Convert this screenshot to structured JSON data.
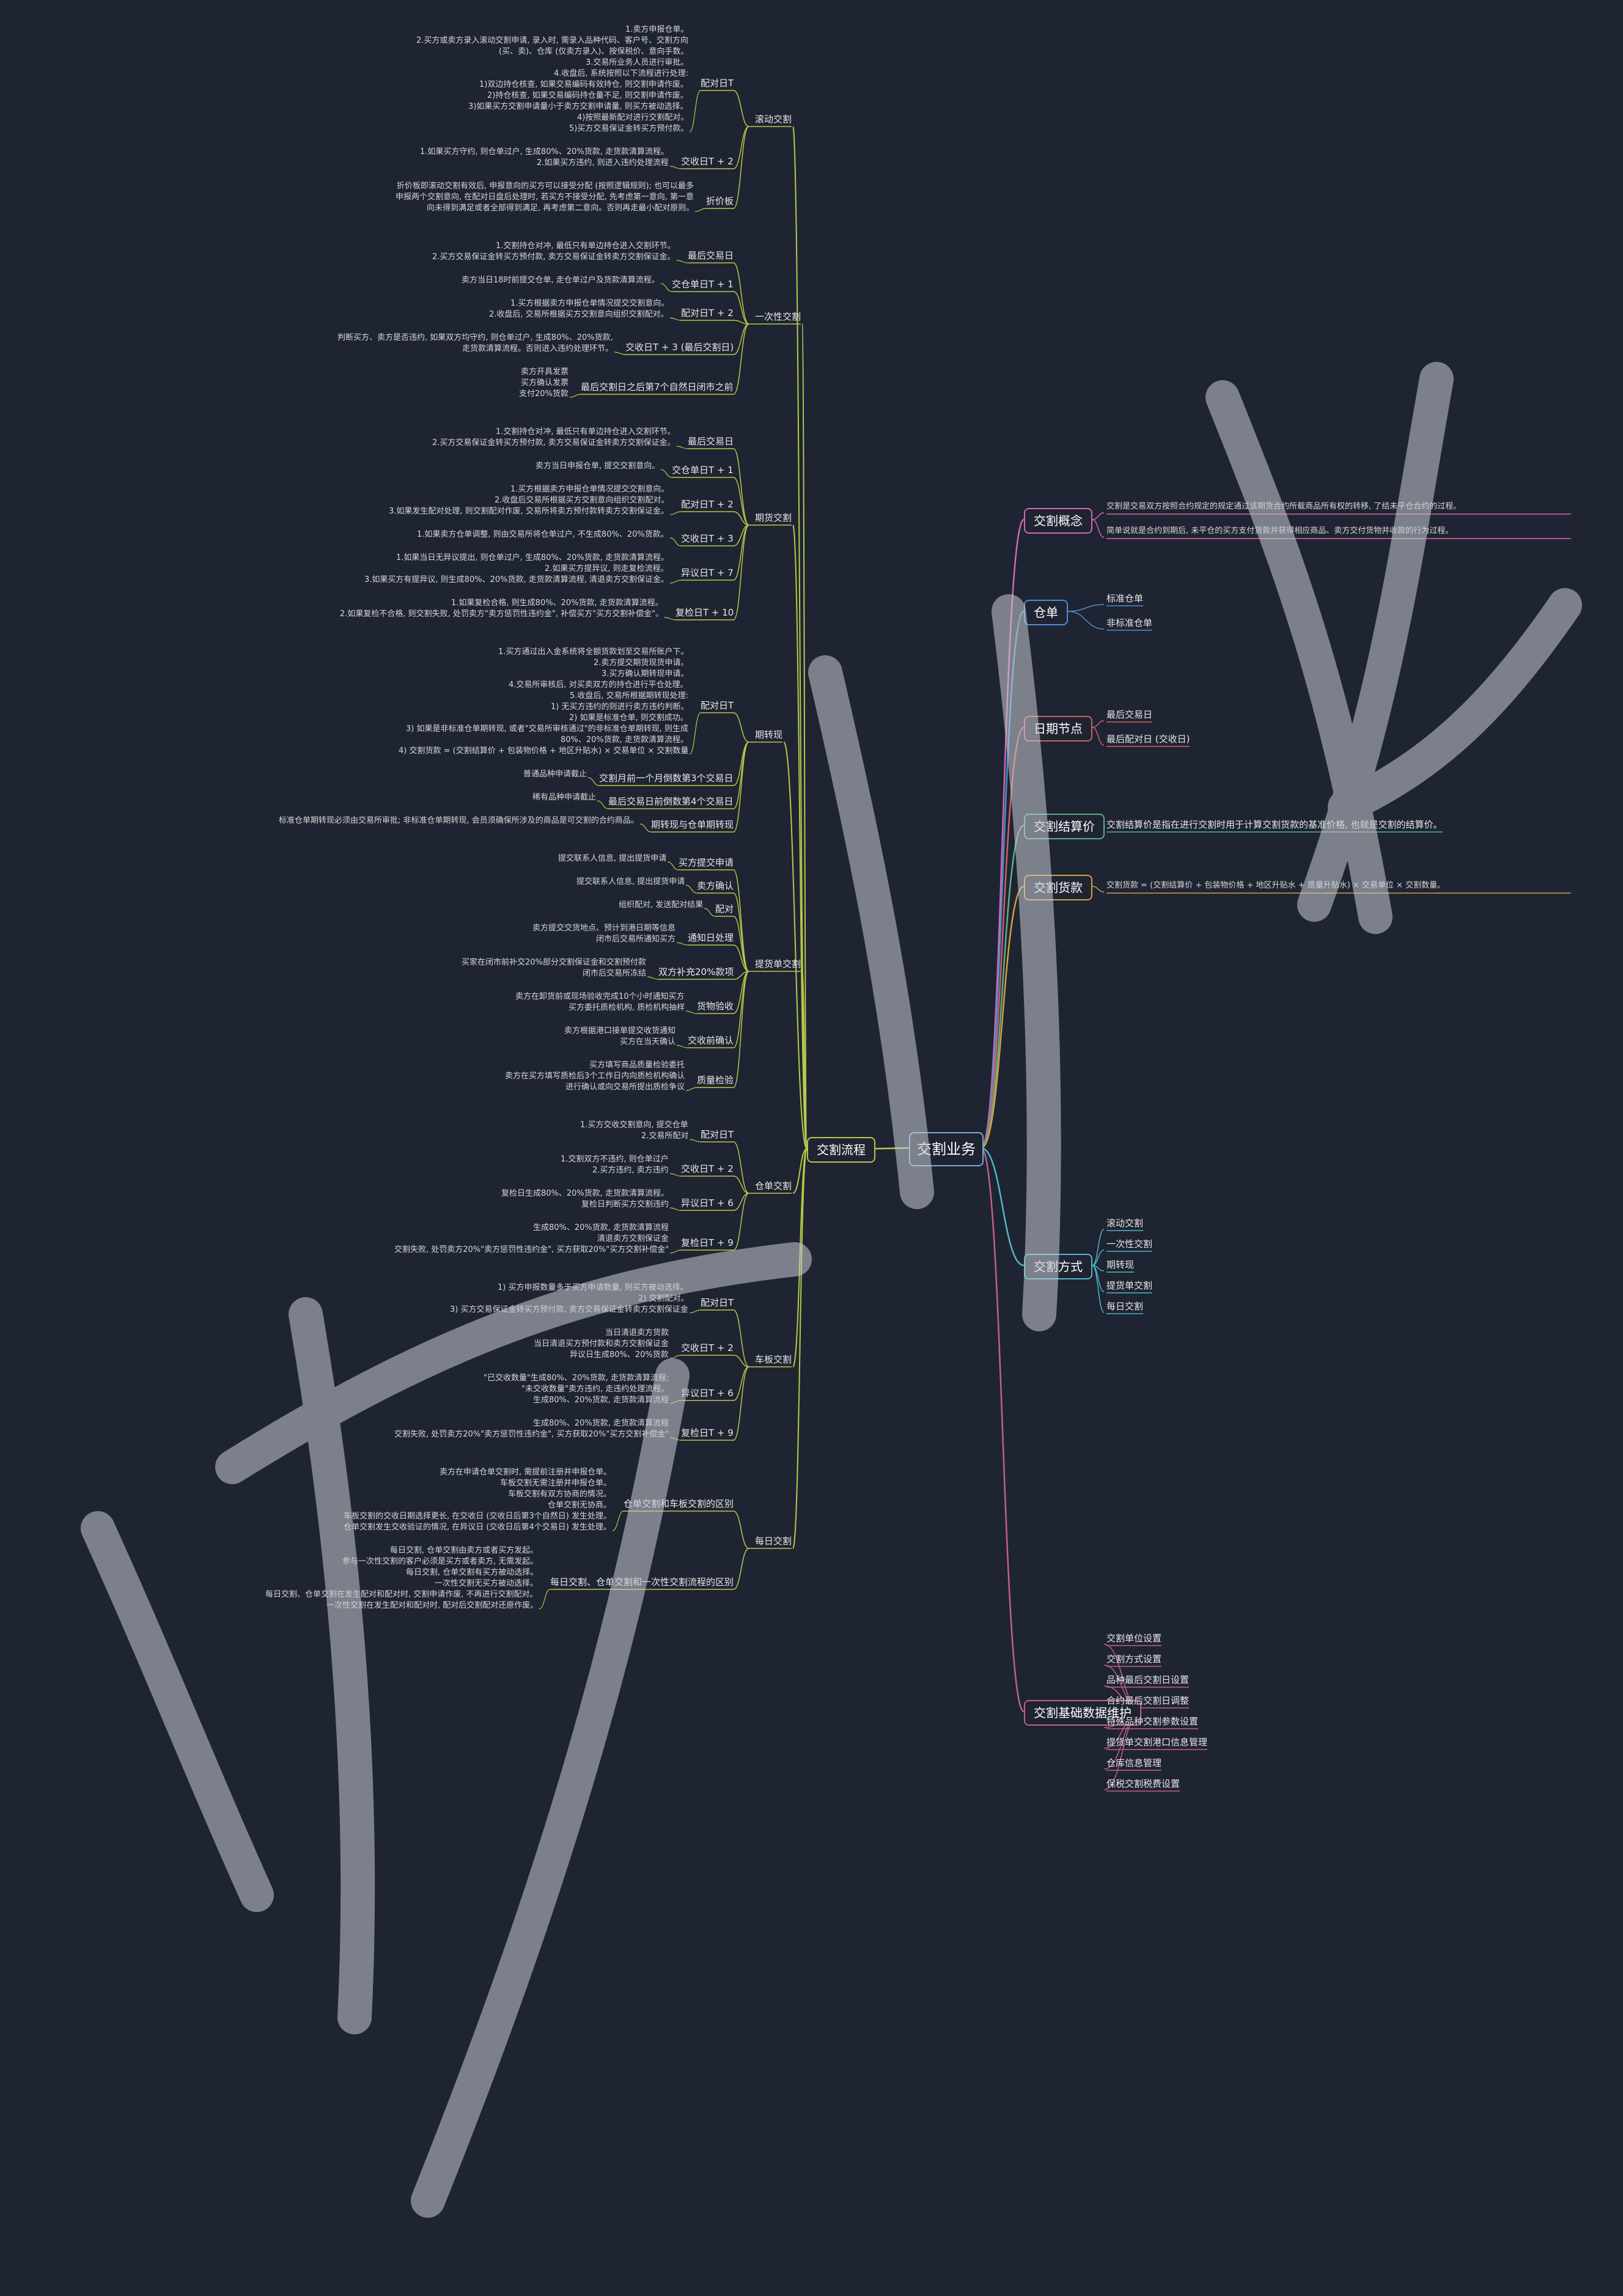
{
  "root": "交割业务",
  "left_l1": "交割流程",
  "right": [
    {
      "label": "交割概念",
      "color": "#d06ab0",
      "items": [
        "交割是交易双方按照合约规定的规定通过该期货合约所载商品所有权的转移, 了结未平仓合约的过程。",
        "简单说就是合约到期后, 未平仓的买方支付货款并获得相应商品、卖方交付货物并收款的行为过程。"
      ]
    },
    {
      "label": "仓单",
      "color": "#4f8fd0",
      "items": [
        "标准仓单",
        "非标准仓单"
      ]
    },
    {
      "label": "日期节点",
      "color": "#d06060",
      "items": [
        "最后交易日",
        "最后配对日 (交收日)"
      ]
    },
    {
      "label": "交割结算价",
      "color": "#5ab08a",
      "items": [
        "交割结算价是指在进行交割时用于计算交割货款的基准价格, 也就是交割的结算价。"
      ]
    },
    {
      "label": "交割货款",
      "color": "#d0a040",
      "items": [
        "交割货款 = (交割结算价 + 包装物价格 + 地区升贴水 + 质量升贴水) × 交易单位 × 交割数量。"
      ]
    },
    {
      "label": "交割方式",
      "color": "#4fb8c8",
      "items": [
        "滚动交割",
        "一次性交割",
        "期转现",
        "提货单交割",
        "每日交割"
      ]
    },
    {
      "label": "交割基础数据维护",
      "color": "#c0608a",
      "items": [
        "交割单位设置",
        "交割方式设置",
        "品种最后交割日设置",
        "合约最后交割日调整",
        "特殊品种交割参数设置",
        "提货单交割港口信息管理",
        "仓库信息管理",
        "保税交割税费设置"
      ]
    }
  ],
  "left": [
    {
      "label": "滚动交割",
      "items": [
        {
          "label": "配对日T",
          "lines": [
            "1.卖方申报仓单。",
            "2.买方或卖方录入滚动交割申请, 录入时, 需录入品种代码、客户号、交割方向",
            "(买、卖)、仓库 (仅卖方录入)、按保税价、意向手数。",
            "3.交易所业务人员进行审批。",
            "4.收盘后, 系统按照以下流程进行处理:",
            "1)双边持仓核查, 如果交易编码有效持仓, 则交割申请作废。",
            "2)持仓核查, 如果交易编码持仓量不足, 则交割申请作废。",
            "3)如果买方交割申请量小于卖方交割申请量, 则买方被动选择。",
            "4)按照最新配对进行交割配对。",
            "5)买方交易保证金转买方预付款。"
          ]
        },
        {
          "label": "交收日T + 2",
          "lines": [
            "1.如果买方守约, 则仓单过户, 生成80%、20%货款, 走货款清算流程。",
            "2.如果买方违约, 则进入违约处理流程"
          ]
        },
        {
          "label": "折价板",
          "lines": [
            "折价板即滚动交割有效后, 申报意向的买方可以接受分配 (按照逻辑规则); 也可以最多",
            "申报两个交割意向, 在配对日盘后处理时, 若买方不接受分配, 先考虑第一意向, 第一意",
            "向未得到满足或者全部得到满足, 再考虑第二意向。否则再走最小配对原则。"
          ]
        }
      ]
    },
    {
      "label": "一次性交割",
      "items": [
        {
          "label": "最后交易日",
          "lines": [
            "1.交割持仓对冲, 最低只有单边持仓进入交割环节。",
            "2.买方交易保证金转买方预付款, 卖方交易保证金转卖方交割保证金。"
          ]
        },
        {
          "label": "交仓单日T + 1",
          "lines": [
            "卖方当日18时前提交仓单, 走仓单过户及货款清算流程。"
          ]
        },
        {
          "label": "配对日T + 2",
          "lines": [
            "1.买方根据卖方申报仓单情况提交交割意向。",
            "2.收盘后, 交易所根据买方交割意向组织交割配对。"
          ]
        },
        {
          "label": "交收日T + 3 (最后交割日)",
          "lines": [
            "判断买方、卖方是否违约, 如果双方均守约, 则仓单过户, 生成80%、20%货款,",
            "走货款清算流程。否则进入违约处理环节。"
          ]
        },
        {
          "label": "最后交割日之后第7个自然日闭市之前",
          "lines": [
            "卖方开具发票",
            "买方确认发票",
            "支付20%货款"
          ]
        }
      ]
    },
    {
      "label": "期货交割",
      "items": [
        {
          "label": "最后交易日",
          "lines": [
            "1.交割持仓对冲, 最低只有单边持仓进入交割环节。",
            "2.买方交易保证金转买方预付款, 卖方交易保证金转卖方交割保证金。"
          ]
        },
        {
          "label": "交仓单日T + 1",
          "lines": [
            "卖方当日申报仓单, 提交交割意向。"
          ]
        },
        {
          "label": "配对日T + 2",
          "lines": [
            "1.买方根据卖方申报仓单情况提交交割意向。",
            "2.收盘后交易所根据买方交割意向组织交割配对。",
            "3.如果发生配对处理, 则交割配对作废, 交易所将卖方预付款转卖方交割保证金。"
          ]
        },
        {
          "label": "交收日T + 3",
          "lines": [
            "1.如果卖方仓单调整, 则由交易所将仓单过户, 不生成80%、20%货款。"
          ]
        },
        {
          "label": "异议日T + 7",
          "lines": [
            "1.如果当日无异议提出, 则仓单过户, 生成80%、20%货款, 走货款清算流程。",
            "2.如果买方提异议, 则走复检流程。",
            "3.如果买方有提异议, 则生成80%、20%货款, 走货款清算流程, 清退卖方交割保证金。"
          ]
        },
        {
          "label": "复检日T + 10",
          "lines": [
            "1.如果复检合格, 则生成80%、20%货款, 走货款清算流程。",
            "2.如果复检不合格, 则交割失败, 处罚卖方\"卖方惩罚性违约金\", 补偿买方\"买方交割补偿金\"。"
          ]
        }
      ]
    },
    {
      "label": "期转现",
      "items": [
        {
          "label": "配对日T",
          "lines": [
            "1.买方通过出入金系统将全额货款划至交易所账户下。",
            "2.卖方提交期货现货申请。",
            "3.买方确认期转现申请。",
            "4.交易所审核后, 对买卖双方的持仓进行平仓处理。",
            "5.收盘后, 交易所根据期转现处理:",
            "1) 无买方违约的则进行卖方违约判断。",
            "2) 如果是标准仓单, 则交割成功。",
            "3) 如果是非标准仓单期转现, 或者\"交易所审核通过\"的非标准仓单期转现, 则生成",
            "80%、20%货款, 走货款清算流程。",
            "4) 交割货款 = (交割结算价 + 包装物价格 + 地区升贴水) × 交易单位 × 交割数量"
          ]
        },
        {
          "label": "交割月前一个月倒数第3个交易日",
          "lines": [
            "普通品种申请截止"
          ]
        },
        {
          "label": "最后交易日前倒数第4个交易日",
          "lines": [
            "稀有品种申请截止"
          ]
        },
        {
          "label": "期转现与仓单期转现",
          "lines": [
            "标准仓单期转现必须由交易所审批; 非标准仓单期转现, 会员须确保所涉及的商品是可交割的合约商品。"
          ]
        }
      ]
    },
    {
      "label": "提货单交割",
      "items": [
        {
          "label": "买方提交申请",
          "lines": [
            "提交联系人信息, 提出提货申请"
          ]
        },
        {
          "label": "卖方确认",
          "lines": [
            "提交联系人信息, 提出提货申请"
          ]
        },
        {
          "label": "配对",
          "lines": [
            "组织配对, 发送配对结果"
          ]
        },
        {
          "label": "通知日处理",
          "lines": [
            "卖方提交交货地点、预计到港日期等信息",
            "闭市后交易所通知买方"
          ]
        },
        {
          "label": "双方补充20%款项",
          "lines": [
            "买家在闭市前补交20%部分交割保证金和交割预付款",
            "闭市后交易所冻结"
          ]
        },
        {
          "label": "货物验收",
          "lines": [
            "卖方在卸货前或现场验收完成10个小时通知买方",
            "买方委托质检机构, 质检机构抽样"
          ]
        },
        {
          "label": "交收前确认",
          "lines": [
            "卖方根据港口接单提交收货通知",
            "买方在当天确认"
          ]
        },
        {
          "label": "质量检验",
          "lines": [
            "买方填写商品质量检验委托",
            "卖方在买方填写质检后3个工作日内向质检机构确认",
            "进行确认或向交易所提出质检争议"
          ]
        }
      ]
    },
    {
      "label": "仓单交割",
      "items": [
        {
          "label": "配对日T",
          "lines": [
            "1.买方交收交割意向, 提交仓单",
            "2.交易所配对"
          ]
        },
        {
          "label": "交收日T + 2",
          "lines": [
            "1.交割双方不违约, 则仓单过户",
            "2.买方违约, 卖方违约"
          ]
        },
        {
          "label": "异议日T + 6",
          "lines": [
            "复检日生成80%、20%货款, 走货款清算流程。",
            "复检日判断买方交割违约"
          ]
        },
        {
          "label": "复检日T + 9",
          "lines": [
            "生成80%、20%货款, 走货款清算流程",
            "清退卖方交割保证金",
            "交割失败, 处罚卖方20%\"卖方惩罚性违约金\", 买方获取20%\"买方交割补偿金\""
          ]
        }
      ]
    },
    {
      "label": "车板交割",
      "items": [
        {
          "label": "配对日T",
          "lines": [
            "1) 买方申报数量多于买方申请数量, 则买方被动选择。",
            "2) 交割配对。",
            "3) 买方交易保证金转买方预付款, 卖方交易保证金转卖方交割保证金"
          ]
        },
        {
          "label": "交收日T + 2",
          "lines": [
            "当日清退卖方货款",
            "当日清退买方预付款和卖方交割保证金",
            "异议日生成80%、20%货款"
          ]
        },
        {
          "label": "异议日T + 6",
          "lines": [
            "\"已交收数量\"生成80%、20%货款, 走货款清算流程;",
            "\"未交收数量\"卖方违约, 走违约处理流程。",
            "生成80%、20%货款, 走货款清算流程"
          ]
        },
        {
          "label": "复检日T + 9",
          "lines": [
            "生成80%、20%货款, 走货款清算流程",
            "交割失败, 处罚卖方20%\"卖方惩罚性违约金\", 买方获取20%\"买方交割补偿金\""
          ]
        }
      ]
    },
    {
      "label": "每日交割",
      "items": [
        {
          "label": "仓单交割和车板交割的区别",
          "lines": [
            "卖方在申请仓单交割时, 需提前注册并申报仓单。",
            "车板交割无需注册并申报仓单。",
            "车板交割有双方协商的情况。",
            "仓单交割无协商。",
            "车板交割的交收日期选择更长, 在交收日 (交收日后第3个自然日) 发生处理。",
            "仓单交割发生交收验证的情况, 在异议日 (交收日后第4个交易日) 发生处理。"
          ]
        },
        {
          "label": "每日交割、仓单交割和一次性交割流程的区别",
          "lines": [
            "每日交割, 仓单交割由卖方或者买方发起。",
            "参与一次性交割的客户必须是买方或者卖方, 无需发起。",
            "每日交割, 仓单交割有买方被动选择。",
            "一次性交割无买方被动选择。",
            "每日交割、仓单交割在发生配对和配对时, 交割申请作废, 不再进行交割配对。",
            "一次性交割在发生配对和配对时, 配对后交割配对还原作废。"
          ]
        }
      ]
    }
  ],
  "watermark": "公考 交易学 法律",
  "colors": {
    "bg": "#1f2432",
    "left_line": "#b6c94a",
    "root_border": "#7aa9d6"
  }
}
